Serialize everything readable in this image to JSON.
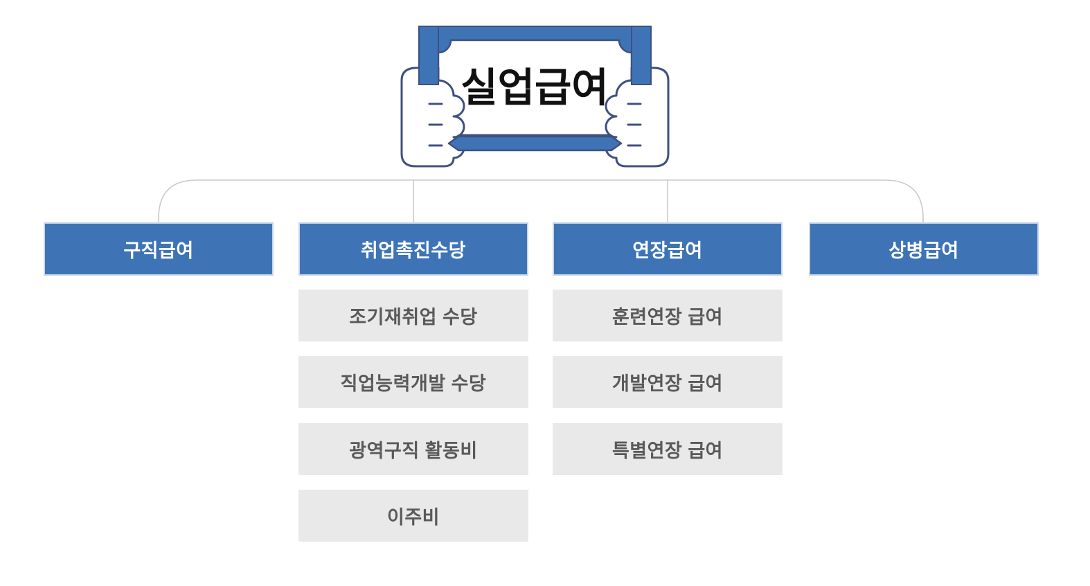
{
  "diagram": {
    "root": {
      "title": "실업급여",
      "icon": "hands-holding-certificate-icon"
    },
    "branches": [
      {
        "label": "구직급여",
        "children": []
      },
      {
        "label": "취업촉진수당",
        "children": [
          "조기재취업 수당",
          "직업능력개발 수당",
          "광역구직 활동비",
          "이주비"
        ]
      },
      {
        "label": "연장급여",
        "children": [
          "훈련연장 급여",
          "개발연장 급여",
          "특별연장 급여"
        ]
      },
      {
        "label": "상병급여",
        "children": []
      }
    ]
  },
  "colors": {
    "accent_blue": "#3E74B5",
    "blue_box_border": "#C9D7EC",
    "child_box_gray": "#E9E9E9",
    "child_text_gray": "#595959",
    "connector_line": "#CACACA",
    "icon_outline_navy": "#3F5080",
    "title_text": "#111111"
  }
}
